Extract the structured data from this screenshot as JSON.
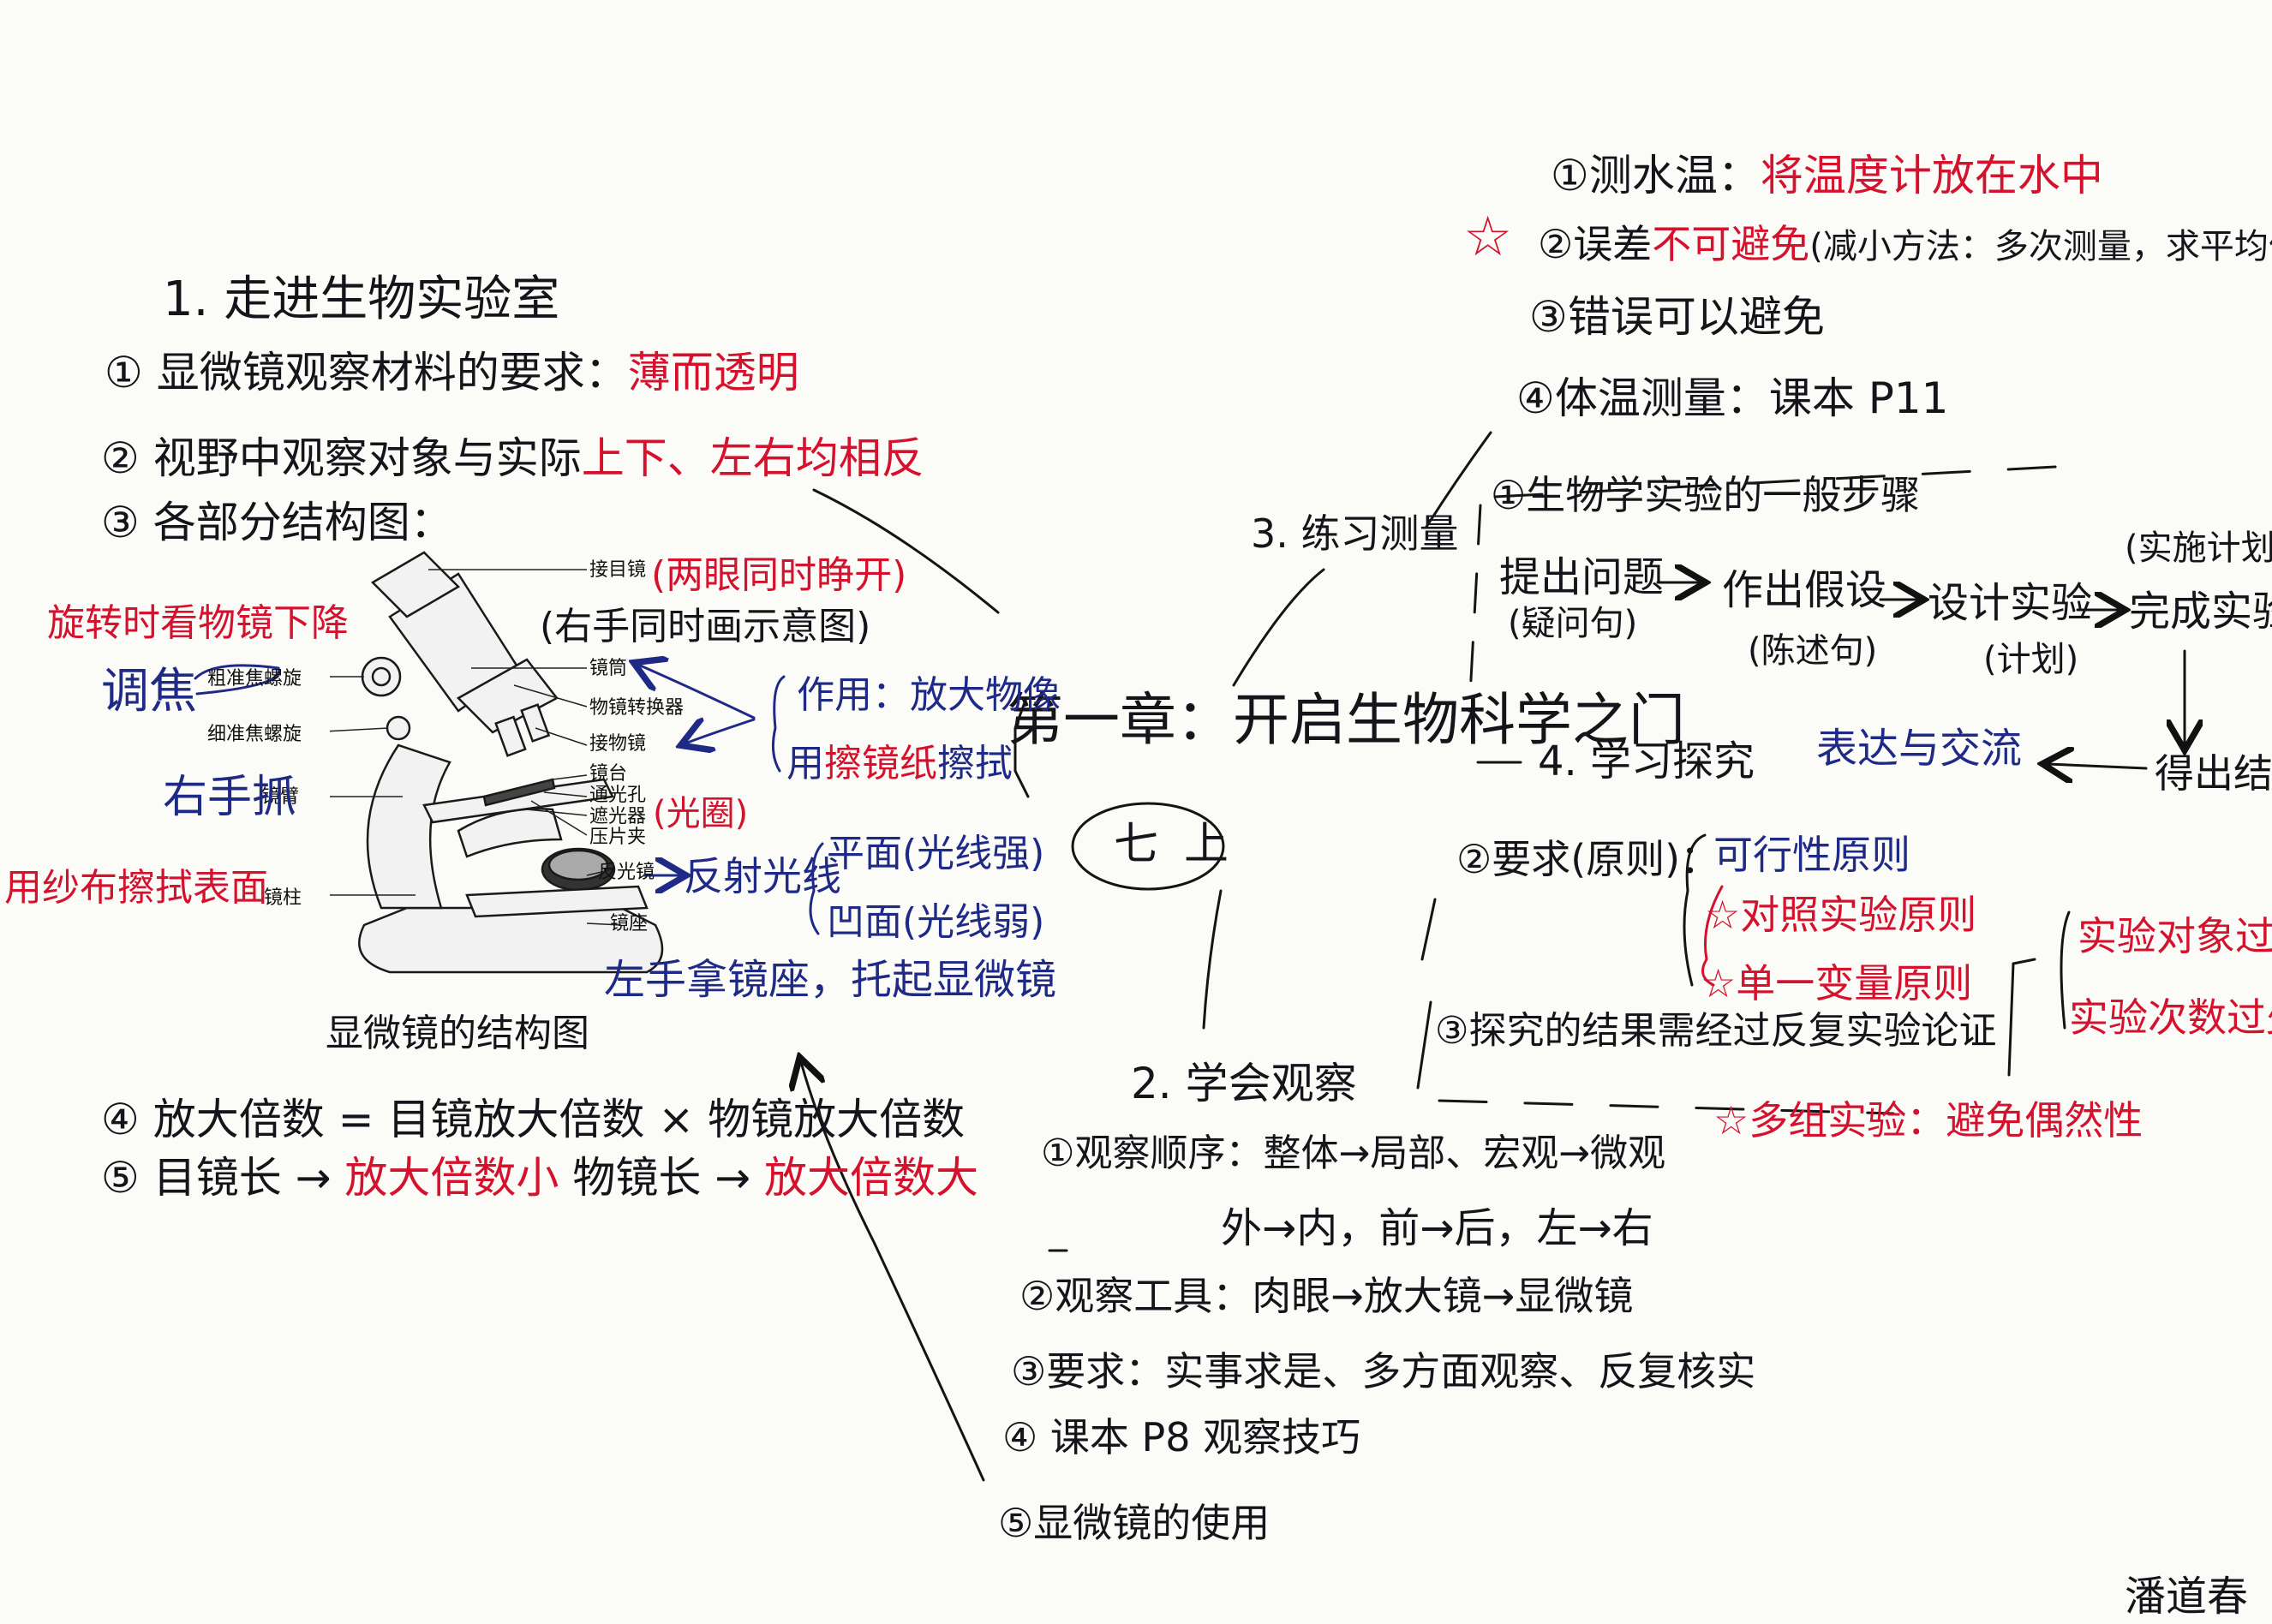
{
  "center": {
    "title": "第一章：开启生物科学之门",
    "grade": "七上"
  },
  "branch1": {
    "heading": "1. 走进生物实验室",
    "item1_prefix": "① 显微镜观察材料的要求：",
    "item1_value": "薄而透明",
    "item2_prefix": "② 视野中观察对象与实际",
    "item2_value": "上下、左右均相反",
    "item3": "③ 各部分结构图：",
    "rotate_note": "旋转时看物镜下降",
    "focus_label": "调焦",
    "arm_label": "右手抓",
    "wipe_note": "用纱布擦拭表面",
    "ocular_note": "(两眼同时睁开)",
    "right_hand_note": "(右手同时画示意图)",
    "function_note": "作用：放大物像",
    "lens_paper_prefix": "用",
    "lens_paper_value": "擦镜纸",
    "lens_paper_suffix": "擦拭",
    "mirror_label": "反射光线",
    "flat_mirror": "平面(光线强)",
    "concave_mirror": "凹面(光线弱)",
    "carry_note": "左手拿镜座，托起显微镜",
    "diagram_caption": "显微镜的结构图",
    "diaphragm_note": "(光圈)",
    "parts": {
      "eyepiece": "接目镜",
      "tube": "镜筒",
      "nosepiece": "物镜转换器",
      "objective": "接物镜",
      "stage": "镜台",
      "aperture": "通光孔",
      "diaphragm": "遮光器",
      "clip": "压片夹",
      "mirror": "反光镜",
      "base": "镜座",
      "coarse": "粗准焦螺旋",
      "fine": "细准焦螺旋",
      "arm": "镜臂",
      "pillar": "镜柱"
    },
    "item4": "④ 放大倍数 = 目镜放大倍数 × 物镜放大倍数",
    "item5_a": "⑤ 目镜长 →",
    "item5_b": "放大倍数小",
    "item5_c": "物镜长 →",
    "item5_d": "放大倍数大"
  },
  "branch2": {
    "heading": "2. 学会观察",
    "item1_a": "①观察顺序：整体→局部、宏观→微观",
    "item1_b": "外→内，前→后，左→右",
    "item2": "②观察工具：肉眼→放大镜→显微镜",
    "item3": "③要求：实事求是、多方面观察、反复核实",
    "item4": "④ 课本 P8 观察技巧",
    "item5": "⑤显微镜的使用"
  },
  "branch3": {
    "heading": "3. 练习测量",
    "item1_prefix": "①测水温：",
    "item1_value": "将温度计放在水中",
    "item2_prefix": "②误差",
    "item2_value": "不可避免",
    "item2_suffix": "(减小方法：多次测量，求平均值)",
    "item3": "③错误可以避免",
    "item4": "④体温测量：课本 P11",
    "star": "☆"
  },
  "branch4": {
    "heading": "4. 学习探究",
    "steps_title": "①生物学实验的一般步骤",
    "step1": "提出问题",
    "step1_note": "(疑问句)",
    "step2": "作出假设",
    "step2_note": "(陈述句)",
    "step3": "设计实验",
    "step3_note": "(计划)",
    "step4_note": "(实施计划)",
    "step4": "完成实验",
    "step5": "得出结论",
    "step6": "表达与交流",
    "req_title": "②要求(原则)：",
    "principle1": "可行性原则",
    "principle2": "☆对照实验原则",
    "principle3": "☆单一变量原则",
    "side1": "实验对象过少",
    "side2": "实验次数过少",
    "item3": "③探究的结果需经过反复实验论证",
    "item3_note": "☆多组实验：避免偶然性"
  },
  "author": "潘道春"
}
